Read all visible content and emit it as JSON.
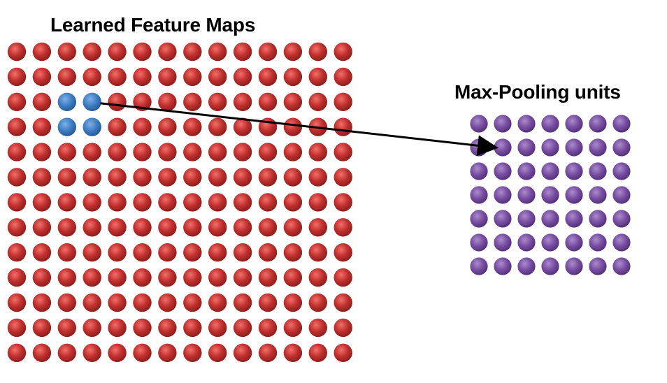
{
  "feature_maps": {
    "title": "Learned Feature Maps",
    "rows": 13,
    "cols": 14,
    "unit_color": "#c0302e",
    "unit_highlight": "#f26f6a",
    "unit_shadow": "#8e1f1d",
    "pooling_region": {
      "rows": [
        2,
        3
      ],
      "cols": [
        2,
        3
      ],
      "color": "#3f7fc6",
      "highlight": "#7fb0e6",
      "shadow": "#2a5a95"
    }
  },
  "pooling_units": {
    "title": "Max-Pooling units",
    "rows": 7,
    "cols": 7,
    "unit_color": "#7a4ea3",
    "unit_highlight": "#a98ccb",
    "unit_shadow": "#54337a"
  },
  "connection": {
    "from": "feature-map pooling region",
    "to": "pooling unit row 1 col 1",
    "color": "#000000"
  }
}
